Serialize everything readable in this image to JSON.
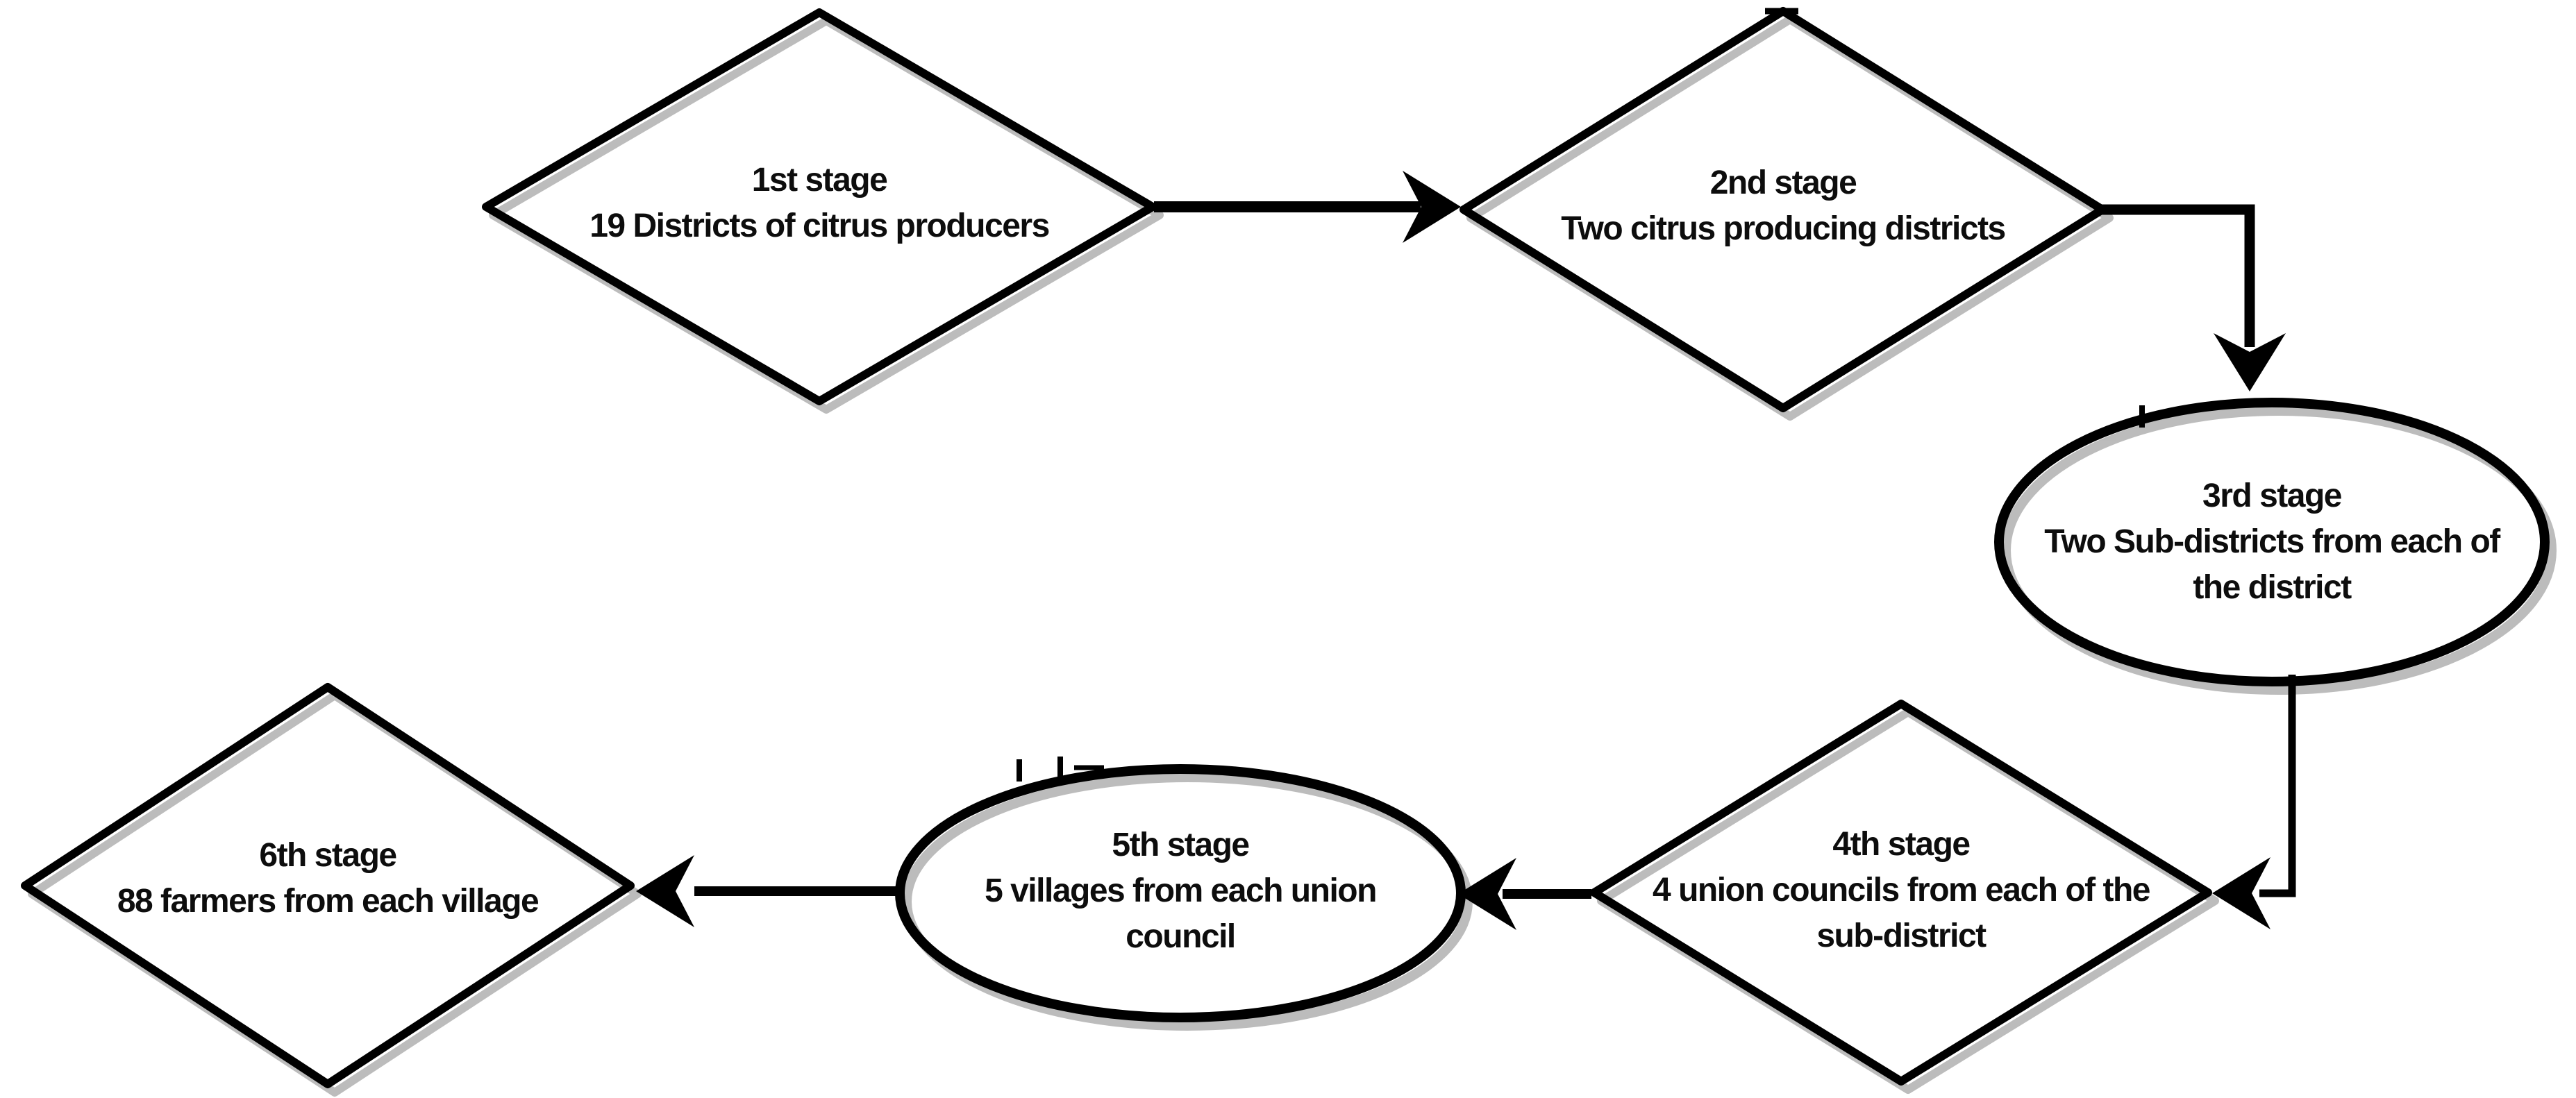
{
  "figure": {
    "background": "#ffffff",
    "colors": {
      "stroke": "#000000",
      "shadow": "#b0b0b0",
      "text": "#0d0d0d"
    },
    "nodes": [
      {
        "id": "stage-1",
        "shape": "diamond",
        "lines": [
          "1st stage",
          "19 Districts of citrus producers"
        ]
      },
      {
        "id": "stage-2",
        "shape": "diamond",
        "lines": [
          "2nd stage",
          "Two citrus producing districts"
        ]
      },
      {
        "id": "stage-3",
        "shape": "ellipse",
        "lines": [
          "3rd stage",
          "Two Sub-districts from each of",
          "the district"
        ]
      },
      {
        "id": "stage-4",
        "shape": "diamond",
        "lines": [
          "4th stage",
          "4 union councils from each of the",
          "sub-district"
        ]
      },
      {
        "id": "stage-5",
        "shape": "ellipse",
        "lines": [
          "5th stage",
          "5 villages from each union",
          "council"
        ]
      },
      {
        "id": "stage-6",
        "shape": "diamond",
        "lines": [
          "6th stage",
          "88 farmers from each village"
        ]
      }
    ],
    "edges": [
      {
        "from": "stage-1",
        "to": "stage-2",
        "direction": "right"
      },
      {
        "from": "stage-2",
        "to": "stage-3",
        "direction": "right-then-down"
      },
      {
        "from": "stage-3",
        "to": "stage-4",
        "direction": "down-then-left"
      },
      {
        "from": "stage-4",
        "to": "stage-5",
        "direction": "left"
      },
      {
        "from": "stage-5",
        "to": "stage-6",
        "direction": "left"
      }
    ]
  }
}
